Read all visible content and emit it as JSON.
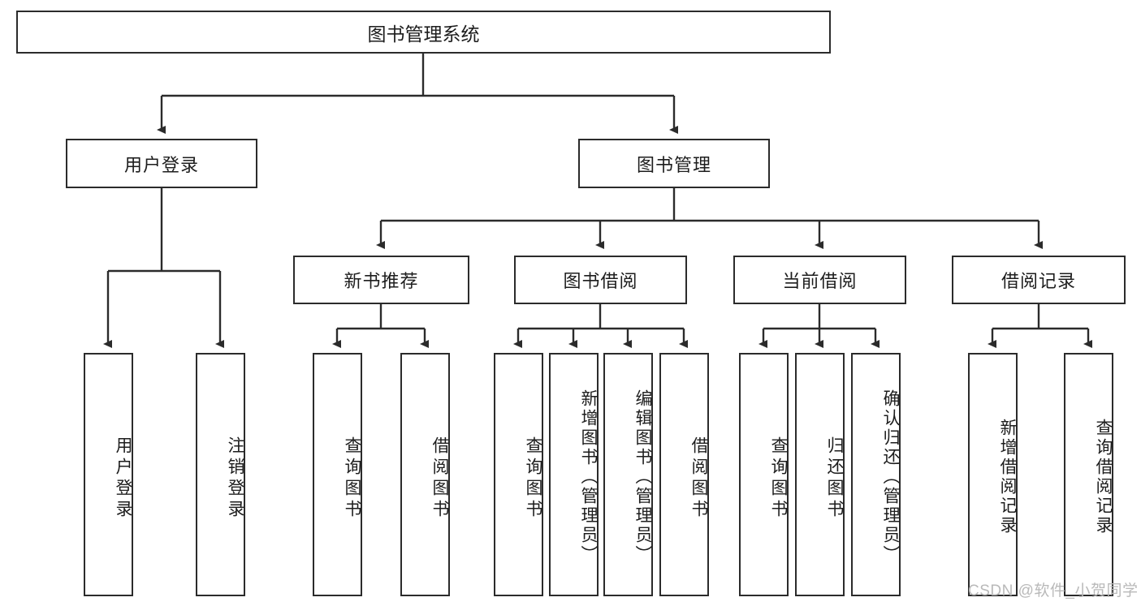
{
  "diagram": {
    "type": "tree",
    "title": "图书管理系统",
    "watermark": "CSDN @软件_小贺同学",
    "colors": {
      "stroke": "#2b2b2b",
      "fill": "#ffffff",
      "watermark": "#b9b9b9"
    },
    "nodes": {
      "root": "图书管理系统",
      "l2_user_login": "用户登录",
      "l2_book_mgmt": "图书管理",
      "l3_new_book_rec": "新书推荐",
      "l3_book_borrow": "图书借阅",
      "l3_current_borrow": "当前借阅",
      "l3_borrow_record": "借阅记录",
      "leaf_user_login": "用户登录",
      "leaf_logout": "注销登录",
      "leaf_query_book_1": "查询图书",
      "leaf_borrow_book_1": "借阅图书",
      "leaf_query_book_2": "查询图书",
      "leaf_add_book_admin": "新增图书（管理员）",
      "leaf_edit_book_admin": "编辑图书（管理员）",
      "leaf_borrow_book_2": "借阅图书",
      "leaf_query_book_3": "查询图书",
      "leaf_return_book": "归还图书",
      "leaf_confirm_return_admin": "确认归还（管理员）",
      "leaf_add_borrow_record": "新增借阅记录",
      "leaf_query_borrow_record": "查询借阅记录"
    }
  }
}
